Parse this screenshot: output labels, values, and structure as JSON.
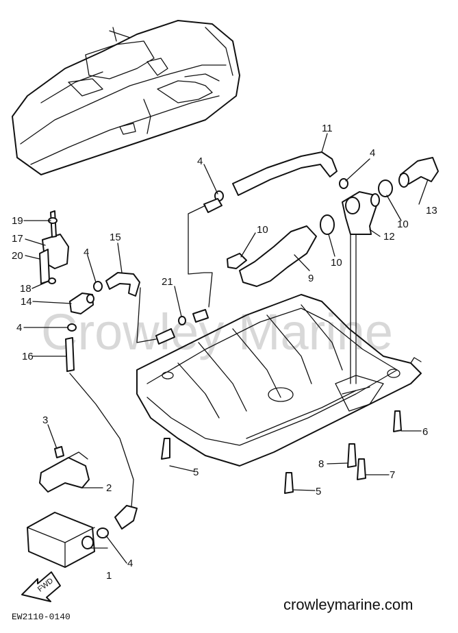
{
  "diagram": {
    "callouts": [
      "1",
      "2",
      "3",
      "4",
      "5",
      "6",
      "7",
      "8",
      "9",
      "10",
      "11",
      "12",
      "13",
      "14",
      "15",
      "16",
      "17",
      "18",
      "19",
      "20",
      "21"
    ],
    "fwd_label": "FWD",
    "watermark": "Crowley Marine",
    "footer_code": "EW2110-0140",
    "website": "crowleymarine.com"
  }
}
